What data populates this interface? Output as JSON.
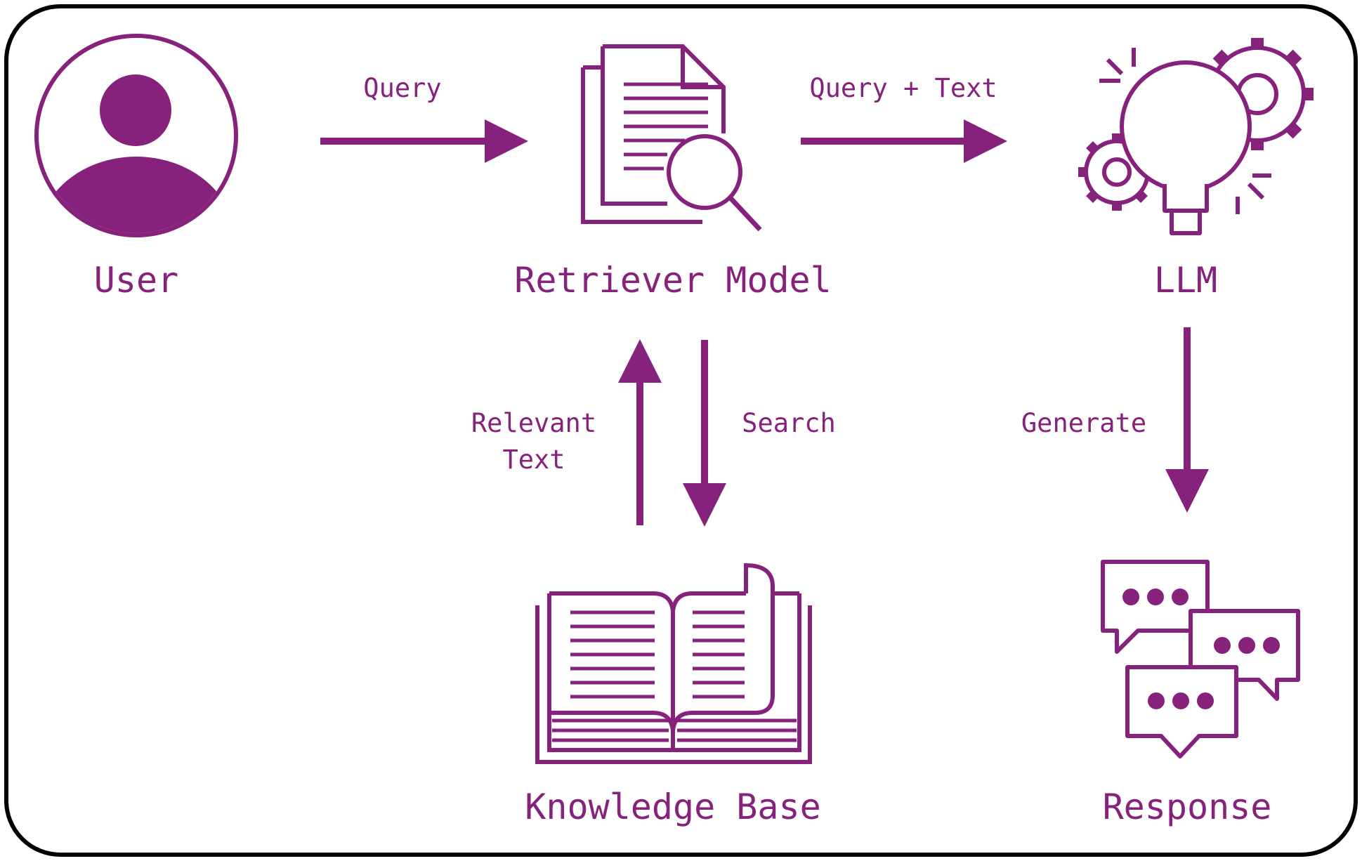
{
  "accent_color": "#86217c",
  "nodes": {
    "user": {
      "label": "User",
      "icon": "user-avatar-icon"
    },
    "retriever": {
      "label": "Retriever Model",
      "icon": "document-search-icon"
    },
    "llm": {
      "label": "LLM",
      "icon": "lightbulb-gears-icon"
    },
    "knowledge_base": {
      "label": "Knowledge Base",
      "icon": "open-book-icon"
    },
    "response": {
      "label": "Response",
      "icon": "chat-bubbles-icon"
    }
  },
  "edges": {
    "query": {
      "label": "Query"
    },
    "query_text": {
      "label": "Query + Text"
    },
    "relevant_text": {
      "line1": "Relevant",
      "line2": "Text"
    },
    "search": {
      "label": "Search"
    },
    "generate": {
      "label": "Generate"
    }
  }
}
